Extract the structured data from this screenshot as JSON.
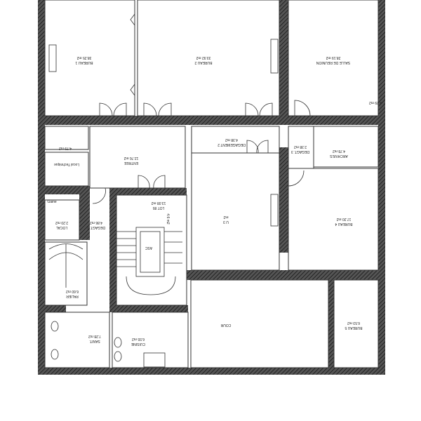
{
  "plan": {
    "rooms": [
      {
        "id": "bureau-1",
        "name": "BUREAU 1",
        "area": "38.25 m2"
      },
      {
        "id": "bureau-2",
        "name": "BUREAU 2",
        "area": "33.92 m2"
      },
      {
        "id": "salle-reunion",
        "name": "SALLE DE REUNION",
        "area": "28.19 m2"
      },
      {
        "id": "wc-small",
        "name": "",
        "area": "4.29 m2"
      },
      {
        "id": "degagement-2",
        "name": "DEGAGEMENT 2",
        "area": "4.38 m2"
      },
      {
        "id": "entree",
        "name": "ENTREE",
        "area": "12.76 m2"
      },
      {
        "id": "placard",
        "name": "",
        "area": "4.79 m2"
      },
      {
        "id": "local-technique",
        "name": "Local Technique",
        "area": ""
      },
      {
        "id": "degagt-3",
        "name": "DEGAGT. 3",
        "area": "2.38 m2"
      },
      {
        "id": "archives",
        "name": "ARCHIVES",
        "area": "4.78 m2"
      },
      {
        "id": "lot-85",
        "name": "LOT 85",
        "area": "13.08 m2"
      },
      {
        "id": "small-46",
        "name": "",
        "area": "4.6 m2"
      },
      {
        "id": "u3",
        "name": "U 3",
        "area": "m2"
      },
      {
        "id": "bureau-4",
        "name": "BUREAU 4",
        "area": "17.20 m2"
      },
      {
        "id": "degagt-1",
        "name": "DEGAGT. 1",
        "area": "4.86 m2"
      },
      {
        "id": "local",
        "name": "LOCAL",
        "area": "2.20 m2"
      },
      {
        "id": "gaine",
        "name": "Gaine",
        "area": ""
      },
      {
        "id": "asc",
        "name": "ASC",
        "area": ""
      },
      {
        "id": "palier",
        "name": "PALIER",
        "area": "6.60 m2"
      },
      {
        "id": "sanit",
        "name": "SANIT.",
        "area": "7.28 m2"
      },
      {
        "id": "cuisine",
        "name": "CUISINE",
        "area": "6.55 m2"
      },
      {
        "id": "cour",
        "name": "COUR",
        "area": ""
      },
      {
        "id": "bureau-5",
        "name": "BUREAU 5",
        "area": "6.53 m2"
      }
    ],
    "colors": {
      "wall": "#3a3a3a",
      "line": "#333333",
      "background": "#ffffff"
    }
  }
}
